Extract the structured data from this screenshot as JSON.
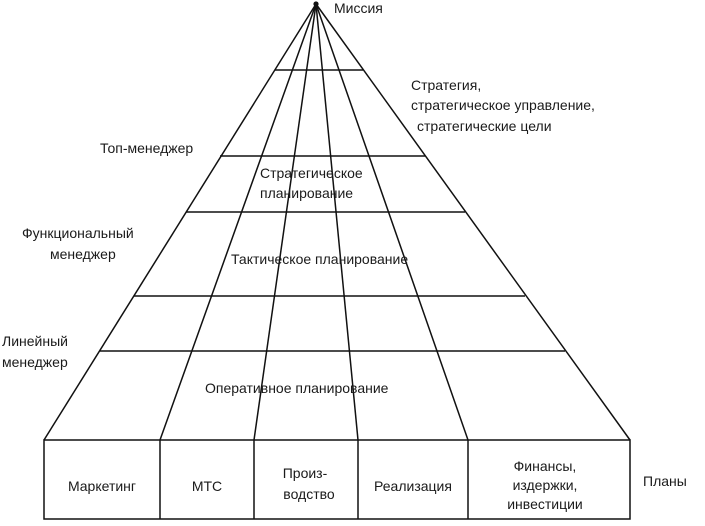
{
  "diagram": {
    "apex_label": "Миссия",
    "strategy_label": [
      "Стратегия,",
      "стратегическое управление,",
      "стратегические цели"
    ],
    "left_labels": {
      "top_manager": "Топ-менеджер",
      "functional_manager": [
        "Функциональный",
        "менеджер"
      ],
      "line_manager": [
        "Линейный",
        "менеджер"
      ]
    },
    "center_labels": {
      "strategic_planning": [
        "Стратегическое",
        "планирование"
      ],
      "tactical_planning": "Тактическое планирование",
      "operational_planning": "Оперативное планирование"
    },
    "plans_label": "Планы",
    "base_boxes": [
      {
        "name": "marketing",
        "lines": [
          "Маркетинг"
        ]
      },
      {
        "name": "mts",
        "lines": [
          "МТС"
        ]
      },
      {
        "name": "production",
        "lines": [
          "Произ-",
          "водство"
        ]
      },
      {
        "name": "sales",
        "lines": [
          "Реализация"
        ]
      },
      {
        "name": "finance",
        "lines": [
          "Финансы,",
          "издержки,",
          "инвестиции"
        ]
      }
    ]
  }
}
